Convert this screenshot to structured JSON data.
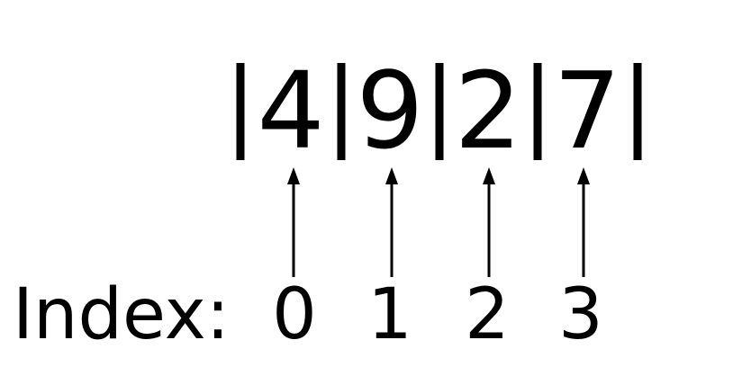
{
  "array": {
    "values": [
      "4",
      "9",
      "2",
      "7"
    ]
  },
  "index": {
    "label": "Index:",
    "numbers": [
      "0",
      "1",
      "2",
      "3"
    ]
  }
}
